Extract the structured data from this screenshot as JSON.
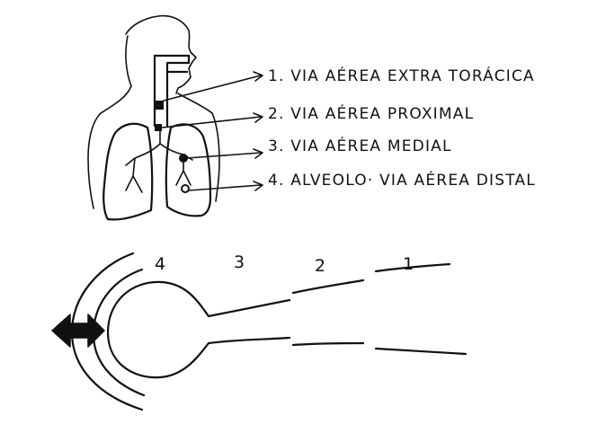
{
  "legend": {
    "items": [
      "1. VIA AÉREA EXTRA TORÁCICA",
      "2. VIA AÉREA PROXIMAL",
      "3. VIA AÉREA MEDIAL",
      "4. ALVEOLO· VIA AÉREA DISTAL"
    ]
  },
  "airway_segments": {
    "labels": [
      "4",
      "3",
      "2",
      "1"
    ]
  },
  "style": {
    "ink_color": "#111111",
    "paper_color": "#ffffff"
  }
}
